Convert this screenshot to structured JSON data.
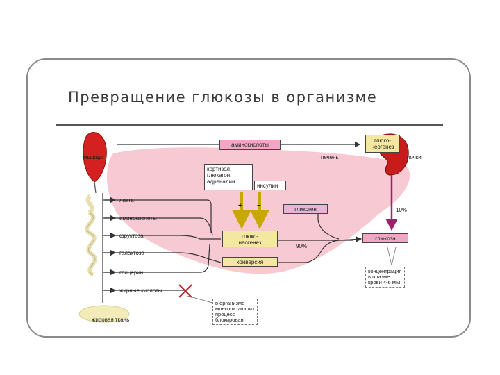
{
  "slide": {
    "title": "Превращение глюкозы в организме"
  },
  "diagram": {
    "muscle_label": "мышцы",
    "liver_label": "печень",
    "kidney_label": "почки",
    "fat_label": "жировая ткань",
    "top_flow": "аминокислоты",
    "kidney_gng": "глюко-\nнеогенез",
    "hormones_box": "кортизол,\nглюкагон,\nадреналин",
    "insulin_box": "инсулин",
    "plus_sign": "+",
    "minus_sign": "−",
    "glycogen_box": "гликоген",
    "gng_box": "глюко-\nнеогенез",
    "conversion_box": "конверсия",
    "glucose_box": "глюкоза",
    "pct_90": "90%",
    "pct_10": "10%",
    "concentration_note": "концентрация\nв плазме\nкрови 4-6 мМ",
    "blocked_note": "в организме\nмлекопитающих\nпроцесс\nблокирован",
    "substrates": [
      "лактат",
      "аминокислоты",
      "фруктоза",
      "галактоза",
      "глицерин",
      "жирные кислоты"
    ]
  },
  "colors": {
    "liver": "#f6c9d3",
    "muscle": "#d42020",
    "kidney": "#c81c1c",
    "box_tan": "#f4e8a0",
    "box_pink": "#f2a6c4",
    "arrow_purple": "#a0206a"
  }
}
